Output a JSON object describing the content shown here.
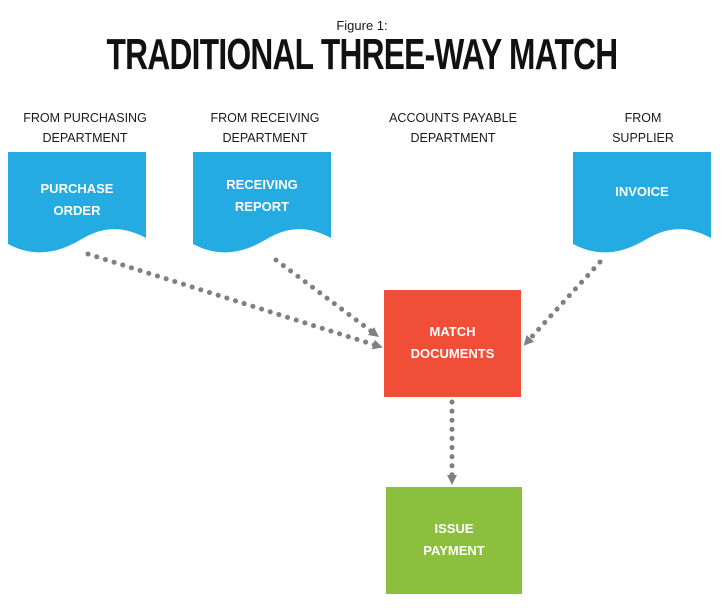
{
  "figure": {
    "caption": "Figure 1:",
    "title": "TRADITIONAL THREE-WAY MATCH"
  },
  "headers": {
    "purchasing": "FROM PURCHASING\nDEPARTMENT",
    "receiving": "FROM RECEIVING\nDEPARTMENT",
    "accounts_payable": "ACCOUNTS PAYABLE\nDEPARTMENT",
    "supplier": "FROM\nSUPPLIER"
  },
  "documents": {
    "purchase_order": "PURCHASE\nORDER",
    "receiving_report": "RECEIVING\nREPORT",
    "invoice": "INVOICE"
  },
  "steps": {
    "match_documents": "MATCH\nDOCUMENTS",
    "issue_payment": "ISSUE\nPAYMENT"
  },
  "colors": {
    "document": "#24abe2",
    "match": "#f04e37",
    "payment": "#8dbf3f",
    "connector": "#808080",
    "text": "#1a1a1a"
  }
}
